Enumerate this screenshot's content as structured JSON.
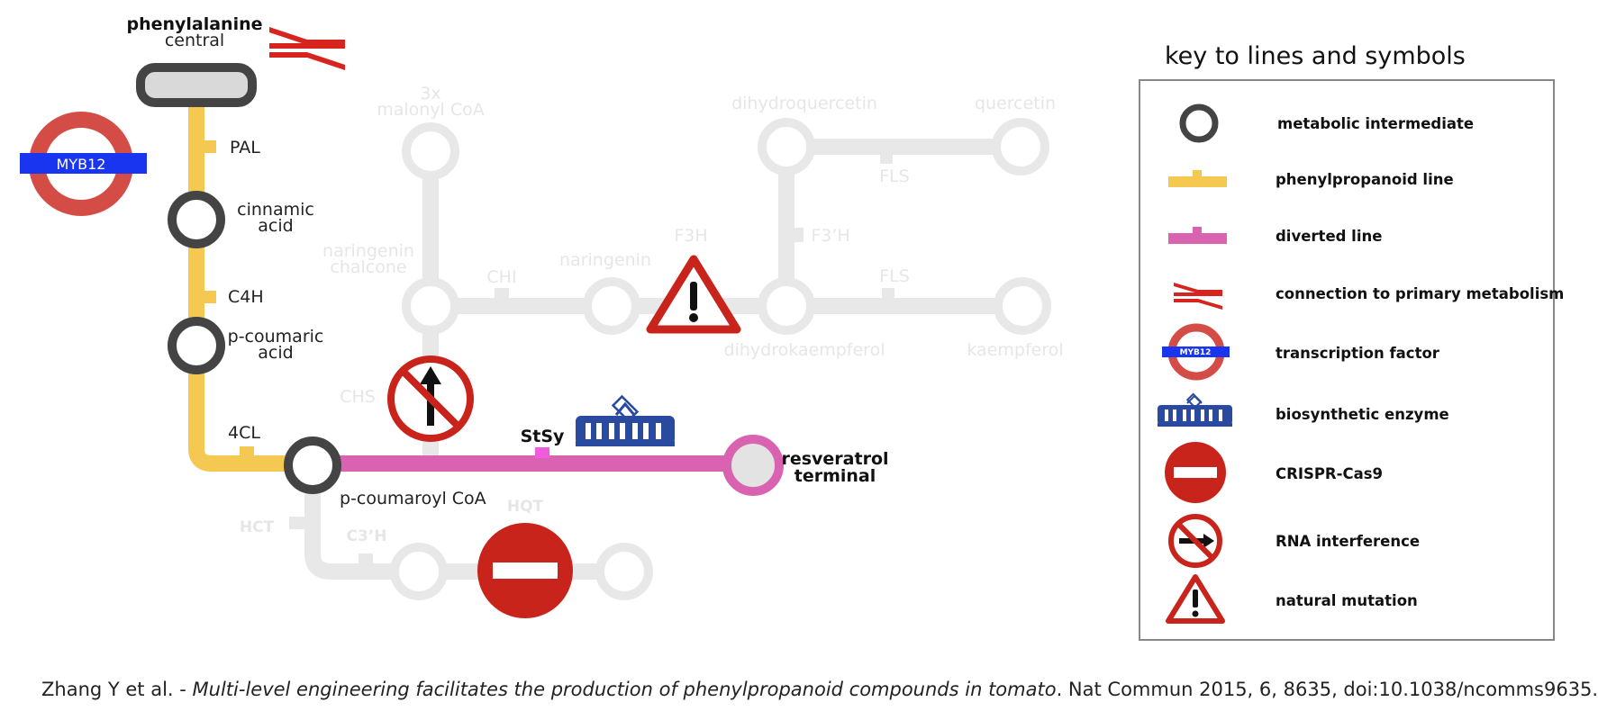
{
  "metro": {
    "source": {
      "line1": "phenylalanine",
      "line2": "central"
    },
    "enzymes": {
      "pal": "PAL",
      "c4h": "C4H",
      "fourcl": "4CL",
      "stsy": "StSy",
      "chs": "CHS",
      "chi": "CHI",
      "f3h": "F3H",
      "f3ph": "F3’H",
      "fls_top": "FLS",
      "fls_mid": "FLS",
      "hct": "HCT",
      "c3ph": "C3’H",
      "hqt": "HQT"
    },
    "intermediates": {
      "cinnamic": {
        "line1": "cinnamic",
        "line2": "acid"
      },
      "pcoumaric": {
        "line1": "p-coumaric",
        "line2": "acid"
      },
      "pcoumaroyl": "p-coumaroyl CoA",
      "malonyl": {
        "line1": "3x",
        "line2": "malonyl CoA"
      },
      "chalcone": {
        "line1": "naringenin",
        "line2": "chalcone"
      },
      "naringenin": "naringenin",
      "dihydroquercetin": "dihydroquercetin",
      "quercetin": "quercetin",
      "dihydrokaempferol": "dihydrokaempferol",
      "kaempferol": "kaempferol"
    },
    "terminal": {
      "line1": "resveratrol",
      "line2": "terminal"
    },
    "transcription_factor": "MYB12"
  },
  "key": {
    "title": "key to lines and symbols",
    "items": [
      "metabolic intermediate",
      "phenylpropanoid line",
      "diverted line",
      "connection to primary metabolism",
      "transcription factor",
      "biosynthetic enzyme",
      "CRISPR-Cas9",
      "RNA interference",
      "natural mutation"
    ],
    "tf_label": "MYB12"
  },
  "citation": {
    "authors": "Zhang Y et al. - ",
    "title": "Multi-level engineering facilitates the production of phenylpropanoid compounds in tomato",
    "journal": ". Nat Commun 2015, 6, 8635, doi:10.1038/ncomms9635."
  },
  "colors": {
    "yellow_line": "#f5c851",
    "pink_line": "#d963b0",
    "gray_line": "#e8e8e8",
    "node_dark": "#444444",
    "sign_red": "#c9241c",
    "tram_blue": "#2a4aa0",
    "tf_red": "#d44c46",
    "tf_blue": "#1a35f0"
  }
}
